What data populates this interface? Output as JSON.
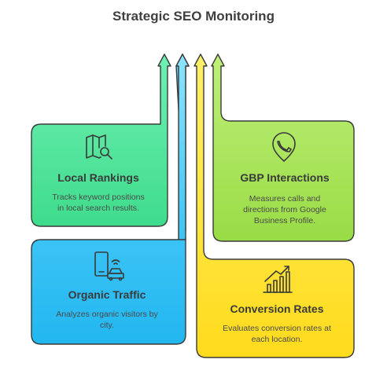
{
  "title": "Strategic SEO Monitoring",
  "cards": [
    {
      "id": "local-rankings",
      "title": "Local Rankings",
      "desc": [
        "Tracks keyword positions",
        "in local search results."
      ],
      "icon": "map-search-icon",
      "color": "#4ee39a"
    },
    {
      "id": "gbp-interactions",
      "title": "GBP Interactions",
      "desc": [
        "Measures calls and",
        "directions from Google",
        "Business Profile."
      ],
      "icon": "location-phone-icon",
      "color": "#a8e35a"
    },
    {
      "id": "organic-traffic",
      "title": "Organic Traffic",
      "desc": [
        "Analyzes organic visitors by",
        "city."
      ],
      "icon": "mobile-car-icon",
      "color": "#3cc4f4"
    },
    {
      "id": "conversion-rates",
      "title": "Conversion Rates",
      "desc": [
        "Evaluates conversion rates at",
        "each location."
      ],
      "icon": "growth-chart-icon",
      "color": "#ffe033"
    }
  ]
}
